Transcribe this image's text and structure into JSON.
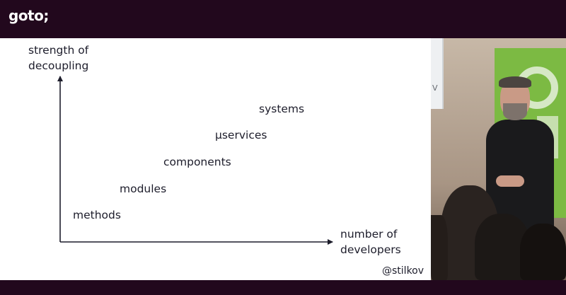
{
  "header": {
    "logo_text": "goto;"
  },
  "slide": {
    "y_axis_label_line1": "strength of",
    "y_axis_label_line2": "decoupling",
    "x_axis_label_line1": "number of",
    "x_axis_label_line2": "developers",
    "levels": [
      "methods",
      "modules",
      "components",
      "µservices",
      "systems"
    ],
    "handle": "@stilkov"
  },
  "stage": {
    "backdrop_fragment": "V"
  },
  "colors": {
    "frame": "#22081d",
    "slide_bg": "#ffffff",
    "text": "#1d1d2b",
    "backdrop_green": "#7cba43"
  }
}
